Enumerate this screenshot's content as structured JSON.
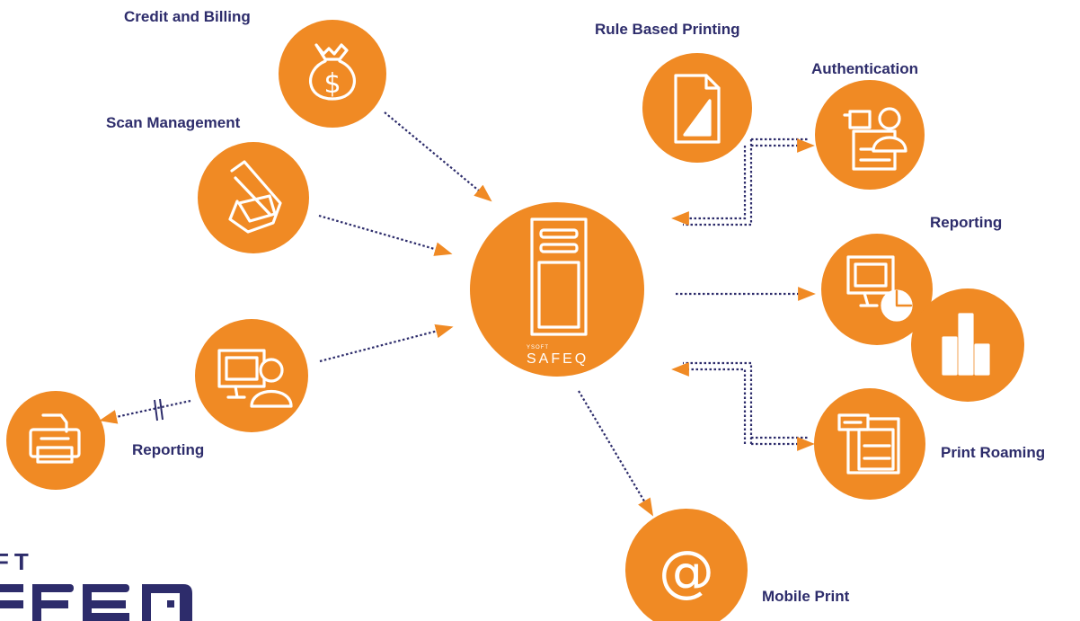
{
  "labels": {
    "credit_billing": "Credit and Billing",
    "scan_management": "Scan Management",
    "rule_based_printing": "Rule Based Printing",
    "authentication": "Authentication",
    "reporting_right": "Reporting",
    "reporting_left": "Reporting",
    "print_roaming": "Print Roaming",
    "mobile_print": "Mobile Print"
  },
  "center": {
    "brand_small": "YSOFT",
    "brand_large": "SAFEQ"
  },
  "logo": {
    "partial_top": "FT",
    "partial_bottom": "FEQ"
  },
  "colors": {
    "orange": "#f08a24",
    "navy": "#2d2c6b",
    "white": "#ffffff"
  },
  "icons": {
    "credit_billing": "money-bag-icon",
    "scan_management": "scanner-icon",
    "rule_based_printing": "document-icon",
    "authentication": "user-printer-icon",
    "reporting_right": "monitor-pie-icon",
    "reporting_bars": "bar-chart-icon",
    "print_roaming": "printer-icon",
    "mobile_print": "at-sign-icon",
    "reporting_left": "monitor-user-icon",
    "printer_left": "printer-icon",
    "server": "server-tower-icon"
  }
}
